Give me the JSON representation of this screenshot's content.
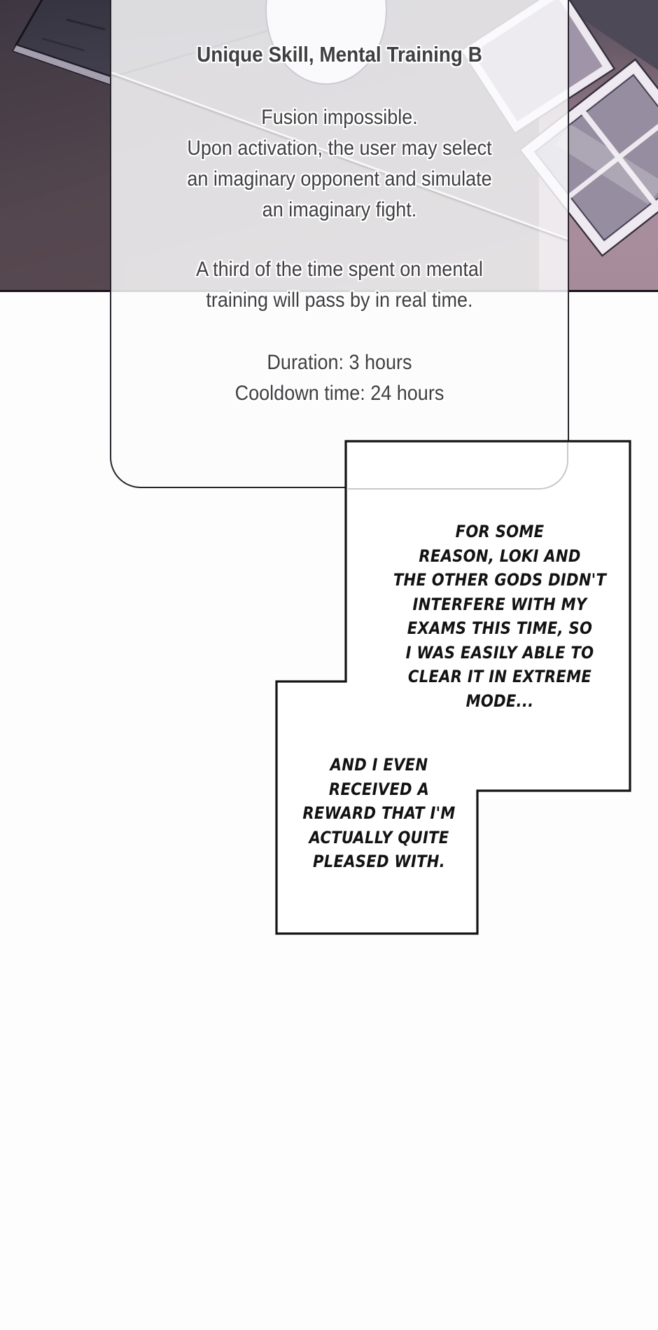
{
  "page": {
    "type": "webtoon-comic-page",
    "background_color": "#fdfdfd"
  },
  "skill_panel": {
    "title": "Unique Skill, Mental Training B",
    "paragraphs": [
      [
        "Fusion impossible.",
        "Upon activation, the user may select",
        "an imaginary opponent and simulate",
        "an imaginary fight."
      ],
      [
        "A third of the time spent on mental",
        "training will pass by in real time."
      ],
      [
        "Duration: 3 hours",
        "Cooldown time: 24 hours"
      ]
    ],
    "duration_value": "3 hours",
    "cooldown_value": "24 hours"
  },
  "speech_bubbles": [
    {
      "lines": [
        "FOR SOME",
        "REASON, LOKI AND",
        "THE OTHER GODS DIDN'T",
        "INTERFERE WITH MY",
        "EXAMS THIS TIME, SO",
        "I WAS EASILY ABLE TO",
        "CLEAR IT IN EXTREME",
        "MODE..."
      ]
    },
    {
      "lines": [
        "AND I EVEN",
        "RECEIVED A",
        "REWARD THAT I'M",
        "ACTUALLY QUITE",
        "PLEASED WITH."
      ]
    }
  ],
  "colors": {
    "panel_fill": "rgba(252,251,253,0.84)",
    "panel_border": "#28242b",
    "panel_text": "#3f3e41",
    "panel_ghost_line": "#c9c7cb",
    "bubble_fill": "#ffffff",
    "bubble_border": "#141414",
    "bubble_text": "#121212",
    "scene_wall_dark": "#3e3742",
    "scene_wall_plum": "#5c4b55",
    "scene_wall_pink": "#a98f9d",
    "scene_desk": "#3a3846",
    "scene_desk_edge": "#a39fae",
    "scene_window_frame": "#efeaf1",
    "scene_window_glass": "#978da1",
    "scene_border": "#16121a"
  }
}
